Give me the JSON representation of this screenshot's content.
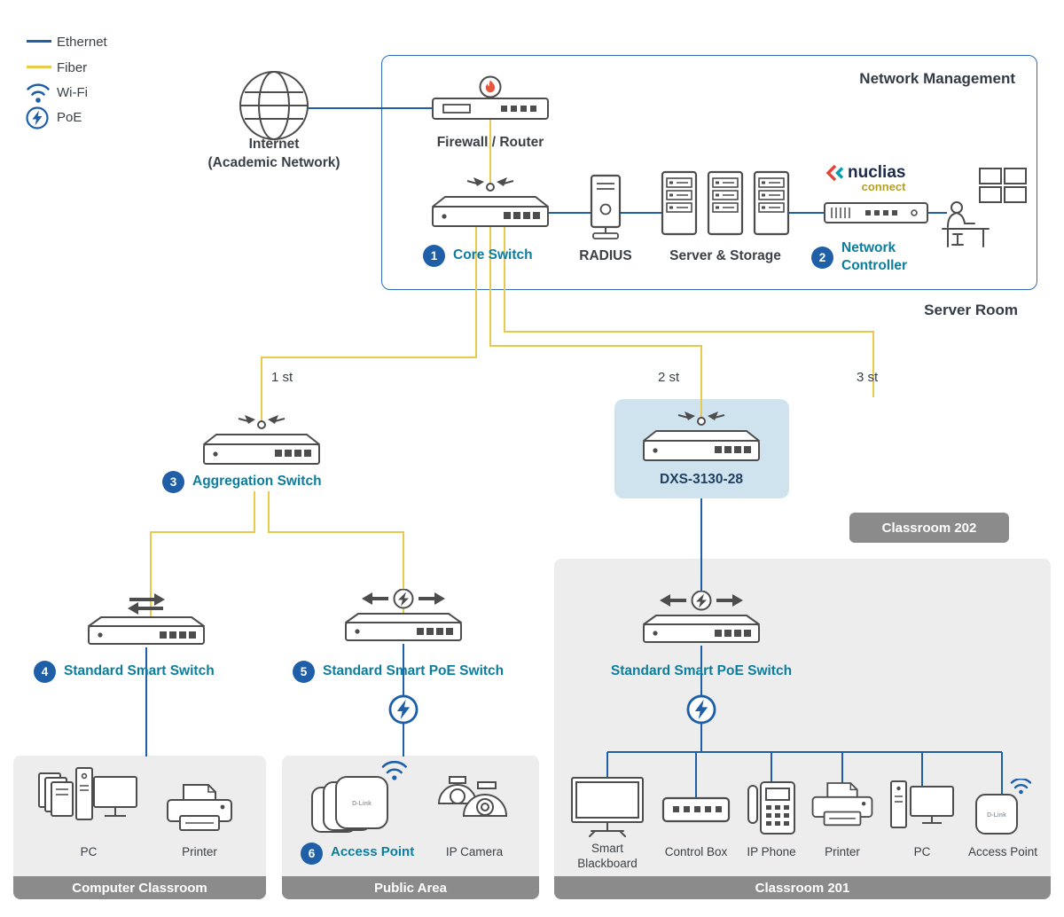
{
  "legend": {
    "ethernet": "Ethernet",
    "fiber": "Fiber",
    "wifi": "Wi-Fi",
    "poe": "PoE"
  },
  "colors": {
    "ethernet_line": "#1f5fa8",
    "fiber_line": "#e7c94c",
    "teal_label": "#0b7d9e",
    "number_badge": "#1f5fa8",
    "panel_gray": "#ededed",
    "bar_gray": "#8b8b8b",
    "dxs_highlight": "#cfe3ef",
    "flame_orange": "#e8563e"
  },
  "brand": {
    "dlink": "D-Link"
  },
  "internet": {
    "line1": "Internet",
    "line2": "(Academic Network)"
  },
  "network_management": {
    "title": "Network Management",
    "caption": "Server Room",
    "firewall_label": "Firewall / Router",
    "core_switch": {
      "number": "1",
      "label": "Core Switch"
    },
    "radius_label": "RADIUS",
    "server_storage_label": "Server & Storage",
    "controller": {
      "number": "2",
      "line1": "Network",
      "line2": "Controller"
    },
    "nuclias": {
      "name": "nuclias",
      "sub": "connect"
    }
  },
  "uplinks": {
    "first": "1 st",
    "second": "2 st",
    "third": "3 st"
  },
  "aggregation_switch": {
    "number": "3",
    "label": "Aggregation Switch"
  },
  "dxs_switch": {
    "label": "DXS-3130-28"
  },
  "classroom202_badge": "Classroom 202",
  "standard_switch": {
    "number": "4",
    "label": "Standard Smart Switch"
  },
  "poe_switch": {
    "number": "5",
    "label": "Standard Smart PoE Switch"
  },
  "classroom201_poe_switch_label": "Standard Smart PoE Switch",
  "computer_classroom": {
    "title": "Computer Classroom",
    "pc_label": "PC",
    "printer_label": "Printer"
  },
  "public_area": {
    "title": "Public Area",
    "access_point": {
      "number": "6",
      "label": "Access Point"
    },
    "camera_label": "IP Camera"
  },
  "classroom201": {
    "title": "Classroom 201",
    "devices": [
      "Smart Blackboard",
      "Control Box",
      "IP Phone",
      "Printer",
      "PC",
      "Access Point"
    ]
  }
}
